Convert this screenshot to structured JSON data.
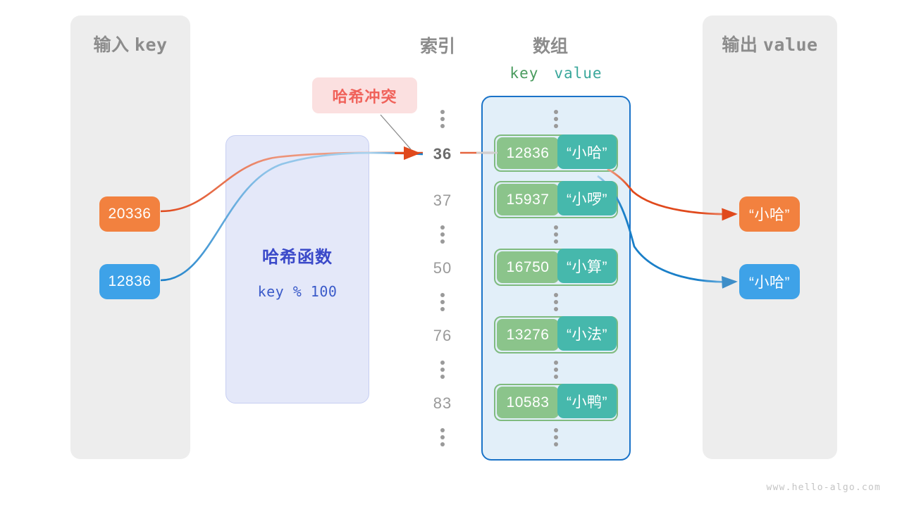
{
  "panels": {
    "input": {
      "title_cn": "输入",
      "title_code": "key"
    },
    "output": {
      "title_cn": "输出",
      "title_code": "value"
    }
  },
  "headings": {
    "index": "索引",
    "array": "数组",
    "key_col": "key",
    "value_col": "value"
  },
  "hash_function": {
    "name": "哈希函数",
    "expression": "key % 100"
  },
  "collision": {
    "label": "哈希冲突"
  },
  "inputs": [
    {
      "key": "20336",
      "color": "#f2813f"
    },
    {
      "key": "12836",
      "color": "#3ea2e8"
    }
  ],
  "outputs": [
    {
      "value": "“小哈”",
      "color": "#f2813f"
    },
    {
      "value": "“小哈”",
      "color": "#3ea2e8"
    }
  ],
  "buckets": [
    {
      "index": "36",
      "key": "12836",
      "value": "“小哈”",
      "highlight": true
    },
    {
      "index": "37",
      "key": "15937",
      "value": "“小啰”",
      "highlight": false
    },
    {
      "index": "50",
      "key": "16750",
      "value": "“小算”",
      "highlight": false
    },
    {
      "index": "76",
      "key": "13276",
      "value": "“小法”",
      "highlight": false
    },
    {
      "index": "83",
      "key": "10583",
      "value": "“小鸭”",
      "highlight": false
    }
  ],
  "colors": {
    "key_cell": "#8bc48b",
    "value_cell": "#46b8ac",
    "array_border": "#1a73c8",
    "array_fill": "#e2eff9",
    "panel_fill": "#ededed",
    "hash_fill": "#e4e8f9",
    "hash_text": "#3a49c9",
    "collision_fill": "#fbe0e0",
    "collision_text": "#f0625a",
    "orange_wire": "#e0491c",
    "blue_wire": "#1a7fc8"
  },
  "watermark": "www.hello-algo.com"
}
